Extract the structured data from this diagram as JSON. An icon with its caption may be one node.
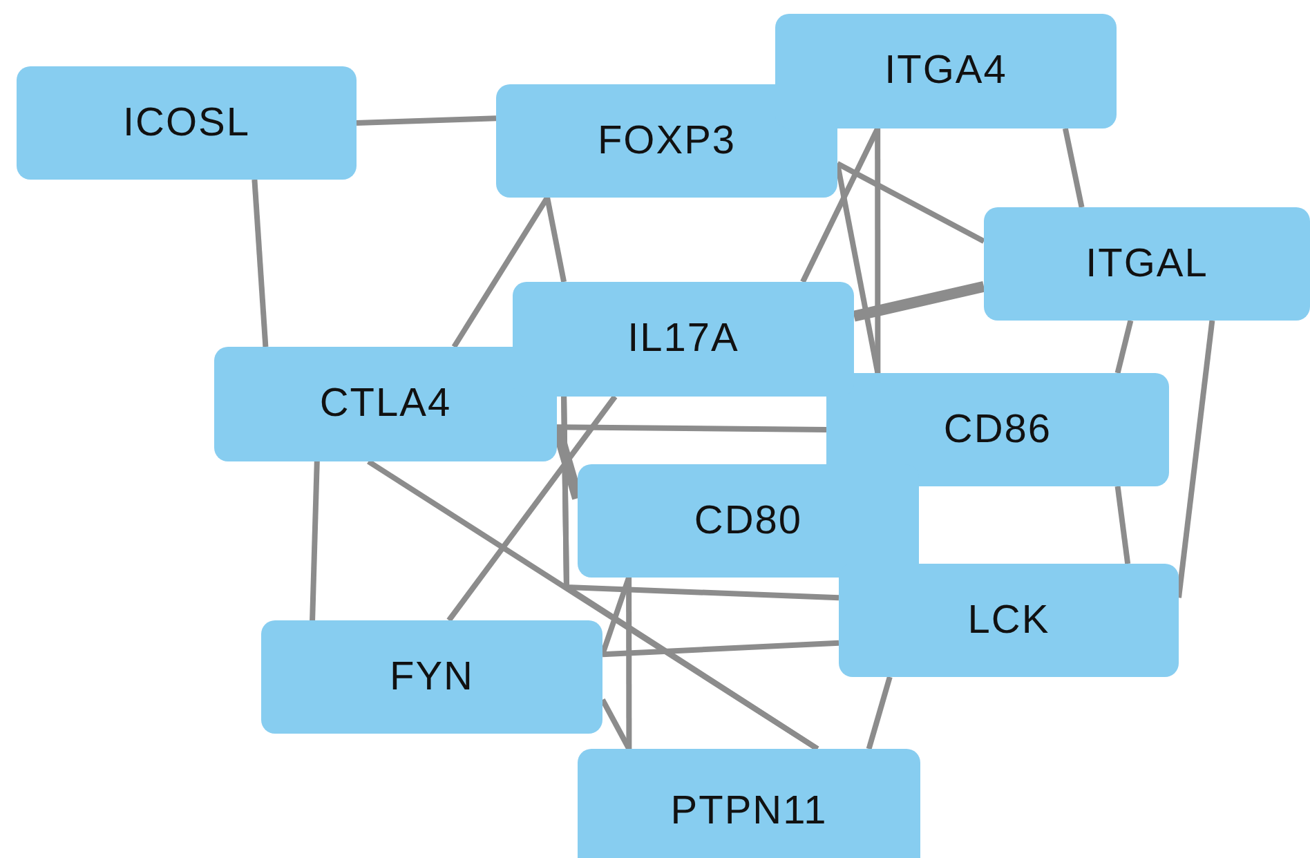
{
  "diagram": {
    "nodes": [
      {
        "text": [
          "ICOSL"
        ]
      },
      {
        "text": [
          "FOXP3"
        ]
      },
      {
        "text": [
          "ITGA4"
        ]
      },
      {
        "text": [
          "ITGAL"
        ]
      },
      {
        "text": [
          "IL17A"
        ]
      },
      {
        "text": [
          "CTLA4"
        ]
      },
      {
        "text": [
          "CD86"
        ]
      },
      {
        "text": [
          "CD80"
        ]
      },
      {
        "text": [
          "LCK"
        ]
      },
      {
        "text": [
          "FYN"
        ]
      },
      {
        "text": [
          "PTPN11"
        ]
      }
    ],
    "edges": [
      {
        "from": 0,
        "to": 1,
        "arrow": "none"
      },
      {
        "from": 0,
        "to": 5,
        "arrow": "none"
      },
      {
        "from": 1,
        "to": 5,
        "arrow": "none"
      },
      {
        "from": 1,
        "to": 4,
        "arrow": "none"
      },
      {
        "from": 1,
        "to": 6,
        "arrow": "none"
      },
      {
        "from": 1,
        "to": 3,
        "arrow": "none"
      },
      {
        "from": 2,
        "to": 4,
        "arrow": "none"
      },
      {
        "from": 2,
        "to": 6,
        "arrow": "none"
      },
      {
        "from": 2,
        "to": 3,
        "arrow": "none"
      },
      {
        "from": 3,
        "to": 4,
        "arrow": "none",
        "style": "thick"
      },
      {
        "from": 3,
        "to": 6,
        "arrow": "none"
      },
      {
        "from": 3,
        "to": 8,
        "arrow": "none"
      },
      {
        "from": 4,
        "to": 9,
        "arrow": "none"
      },
      {
        "from": 4,
        "to": 10,
        "arrow": "none"
      },
      {
        "from": 4,
        "to": 8,
        "arrow": "none"
      },
      {
        "from": 5,
        "to": 6,
        "arrow": "none"
      },
      {
        "from": 5,
        "to": 7,
        "arrow": "none",
        "style": "thick"
      },
      {
        "from": 5,
        "to": 9,
        "arrow": "none"
      },
      {
        "from": 5,
        "to": 10,
        "arrow": "none"
      },
      {
        "from": 6,
        "to": 8,
        "arrow": "none"
      },
      {
        "from": 7,
        "to": 9,
        "arrow": "none"
      },
      {
        "from": 7,
        "to": 10,
        "arrow": "none"
      },
      {
        "from": 8,
        "to": 9,
        "arrow": "none"
      },
      {
        "from": 8,
        "to": 10,
        "arrow": "none"
      },
      {
        "from": 9,
        "to": 10,
        "arrow": "none"
      }
    ]
  }
}
